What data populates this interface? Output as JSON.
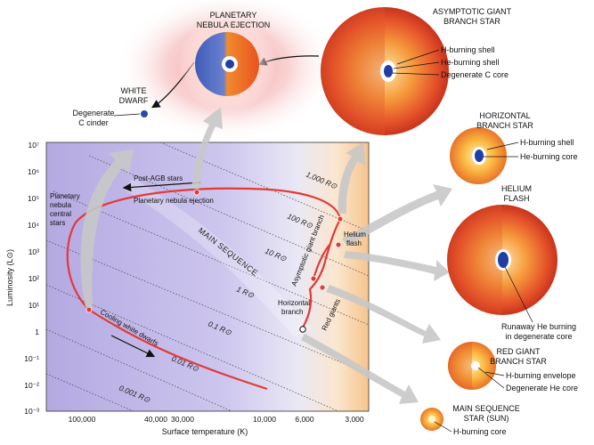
{
  "diagram": {
    "x_axis_label": "Surface temperature (K)",
    "y_axis_label": "Luminosity (L⊙)",
    "x_ticks": [
      "100,000",
      "40,000",
      "30,000",
      "10,000",
      "6,000",
      "3,000"
    ],
    "y_ticks": [
      "10⁷",
      "10⁶",
      "10⁵",
      "10⁴",
      "10³",
      "10²",
      "10¹",
      "1",
      "10⁻¹",
      "10⁻²",
      "10⁻³"
    ],
    "radius_lines": [
      "1,000 R⊙",
      "100 R⊙",
      "10 R⊙",
      "1 R⊙",
      "0.1 R⊙",
      "0.01 R⊙",
      "0.001 R⊙"
    ],
    "track_labels": {
      "main_sequence": "MAIN SEQUENCE",
      "post_agb": "Post-AGB stars",
      "pn_ejection": "Planetary nebula ejection",
      "pn_central_1": "Planetary",
      "pn_central_2": "nebula",
      "pn_central_3": "central",
      "pn_central_4": "stars",
      "cooling_wd": "Cooling white dwarfs",
      "agb_branch": "Asymptotic giant branch",
      "helium_flash_1": "Helium",
      "helium_flash_2": "flash",
      "horizontal_1": "Horizontal",
      "horizontal_2": "branch",
      "red_giants": "Red giants"
    },
    "stages": {
      "pn": {
        "title_1": "PLANETARY",
        "title_2": "NEBULA EJECTION"
      },
      "wd": {
        "title_1": "WHITE",
        "title_2": "DWARF",
        "note_1": "Degenerate",
        "note_2": "C cinder"
      },
      "agb": {
        "title_1": "ASYMPTOTIC GIANT",
        "title_2": "BRANCH STAR",
        "layers": [
          "H-burning shell",
          "He-burning shell",
          "Degenerate C core"
        ]
      },
      "hb": {
        "title_1": "HORIZONTAL",
        "title_2": "BRANCH STAR",
        "layers": [
          "H-burning shell",
          "He-burning core"
        ]
      },
      "hf": {
        "title_1": "HELIUM",
        "title_2": "FLASH",
        "note_1": "Runaway He burning",
        "note_2": "in degenerate core"
      },
      "rg": {
        "title_1": "RED GIANT",
        "title_2": "BRANCH STAR",
        "layers": [
          "H-burning envelope",
          "Degenerate He core"
        ]
      },
      "sun": {
        "title_1": "MAIN SEQUENCE",
        "title_2": "STAR (SUN)",
        "layers": [
          "H-burning core"
        ]
      }
    },
    "colors": {
      "track": "#e23a36",
      "arrow": "#bfbfbf",
      "star_outer": "#e8542a",
      "core": "#1f3fa6"
    }
  }
}
